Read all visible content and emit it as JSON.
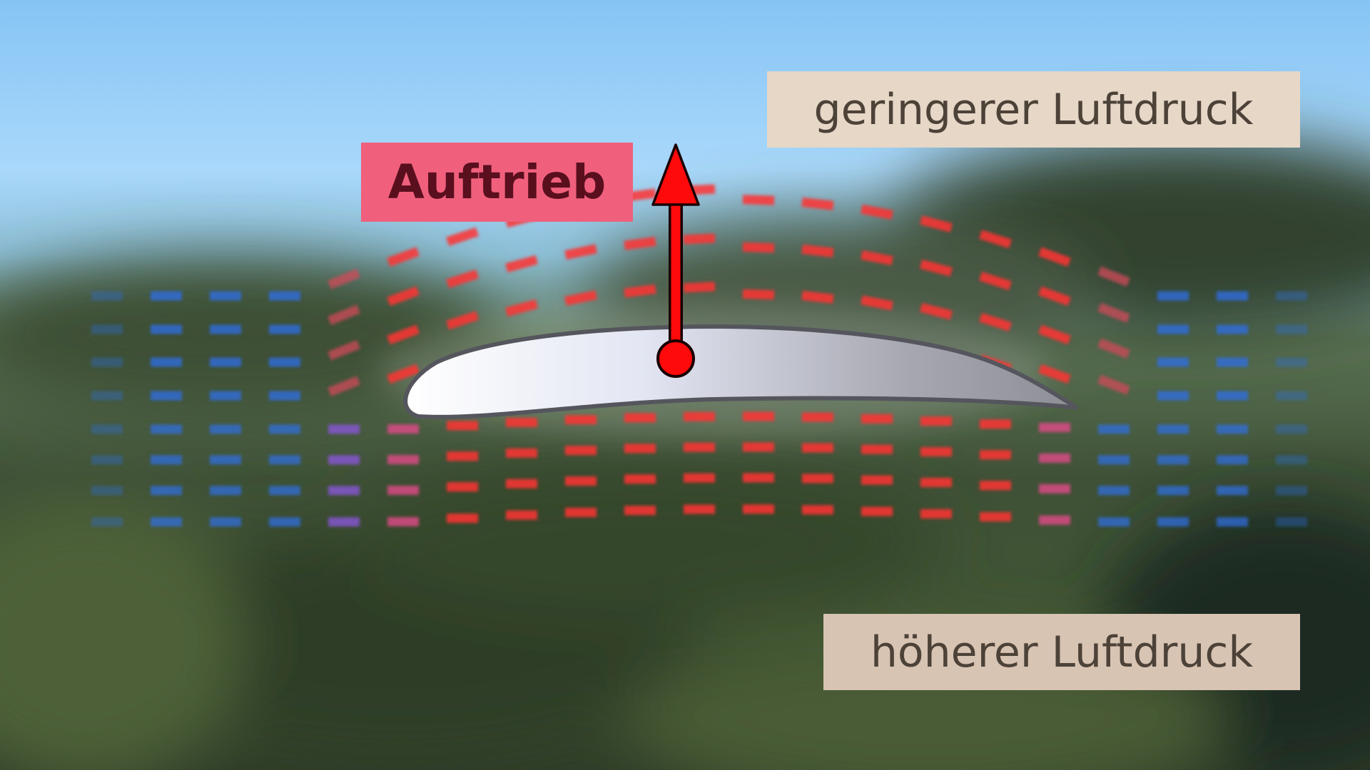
{
  "labels": {
    "lift": "Auftrieb",
    "low_pressure": "geringerer Luftdruck",
    "high_pressure": "höherer Luftdruck"
  },
  "colors": {
    "sky_top": "#86c4f4",
    "sky_horizon": "#b2ddfb",
    "foliage": "#3f5137",
    "flow_normal": "#2f6fe8",
    "flow_fast": "#ff3434",
    "lift_arrow": "#ff0a0a",
    "airfoil_fill_front": "#ffffff",
    "airfoil_fill_rear": "#8d8e96",
    "label_lift_bg": "#f0607c",
    "label_pressure_bg": "#e6d7c7"
  },
  "icons": {
    "lift": "up-arrow-icon",
    "airfoil": "wing-profile-icon"
  }
}
